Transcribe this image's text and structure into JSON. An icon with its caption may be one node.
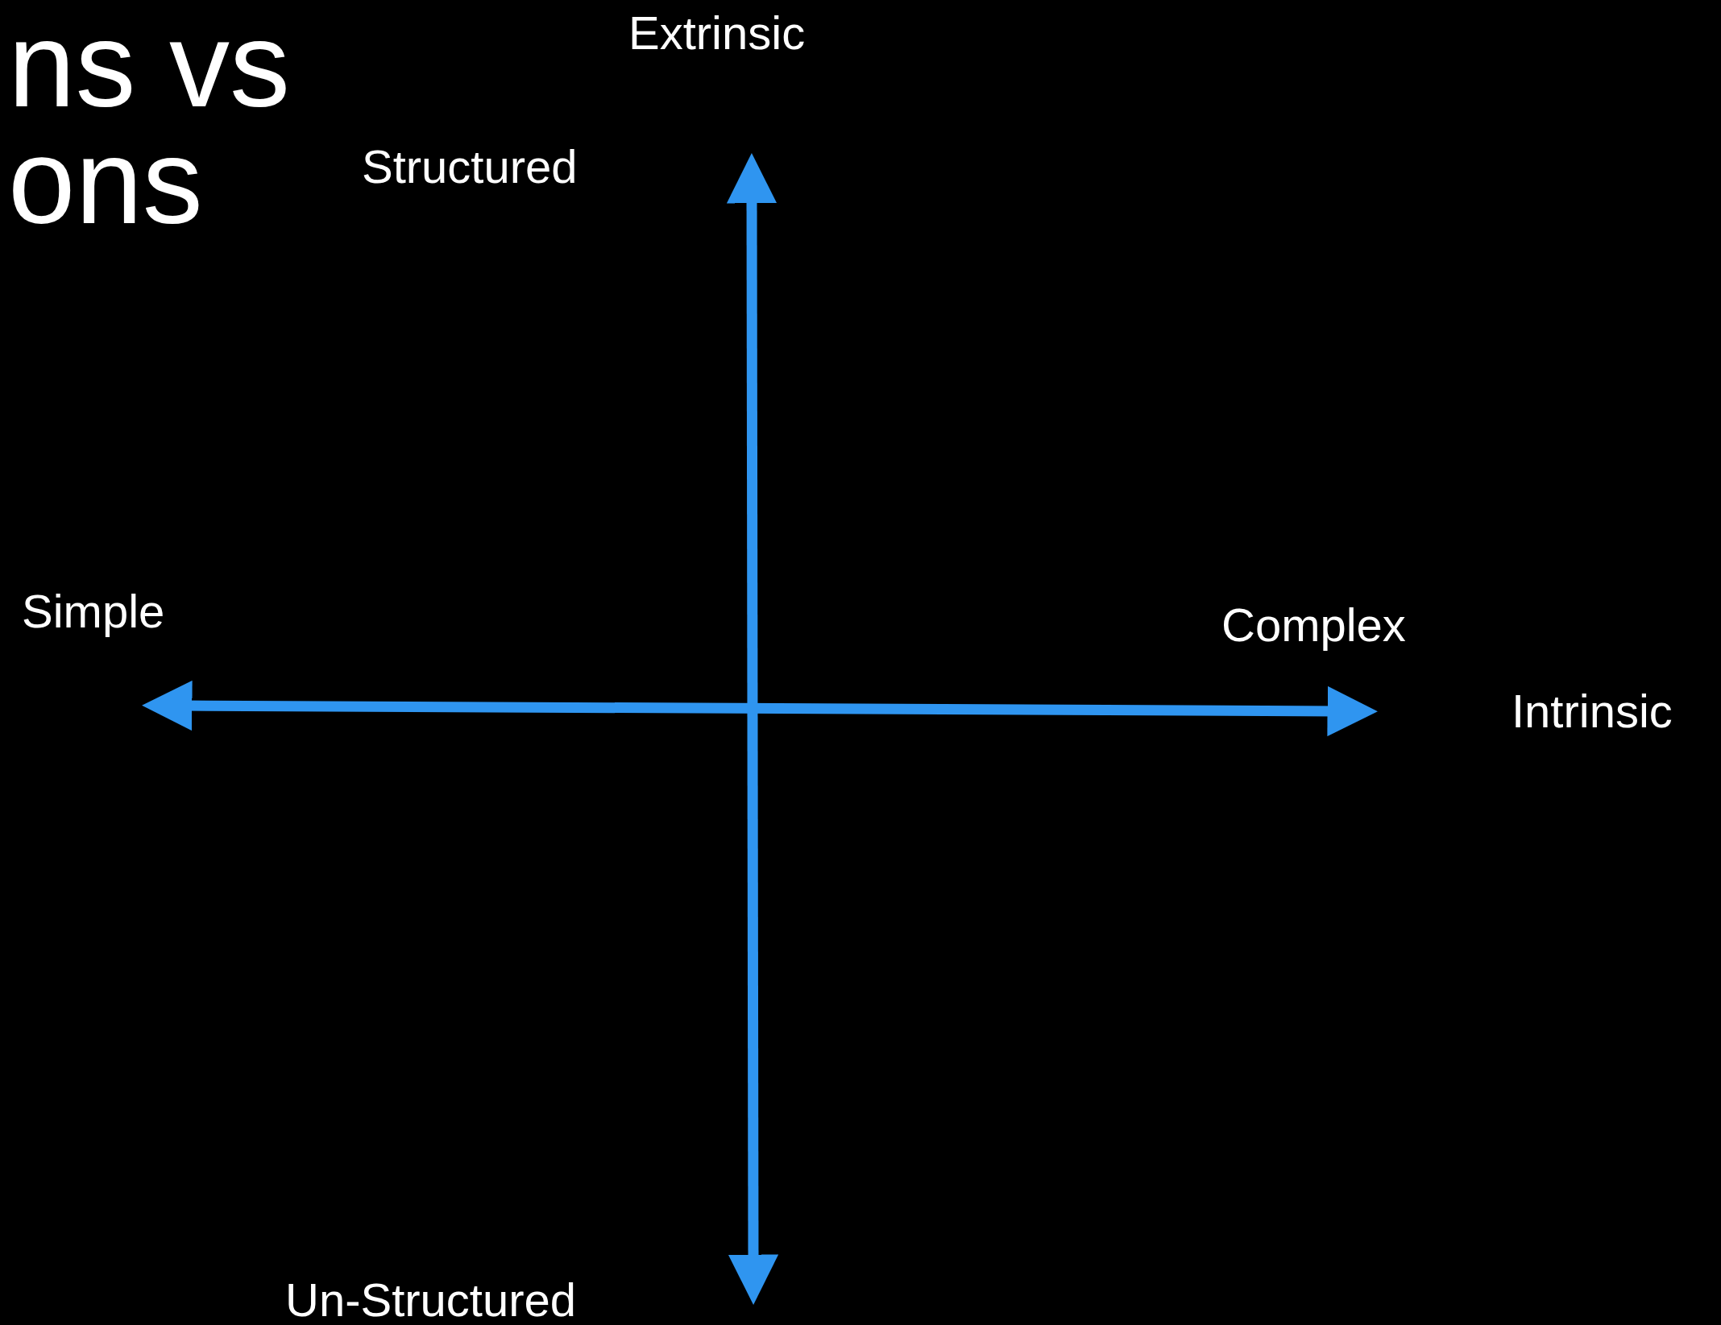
{
  "diagram": {
    "labels": [
      "ns vs",
      "Extrinsic",
      "ons",
      "Structured",
      "Simple",
      "Complex",
      "Intrinsic",
      "Un-Structured"
    ]
  }
}
